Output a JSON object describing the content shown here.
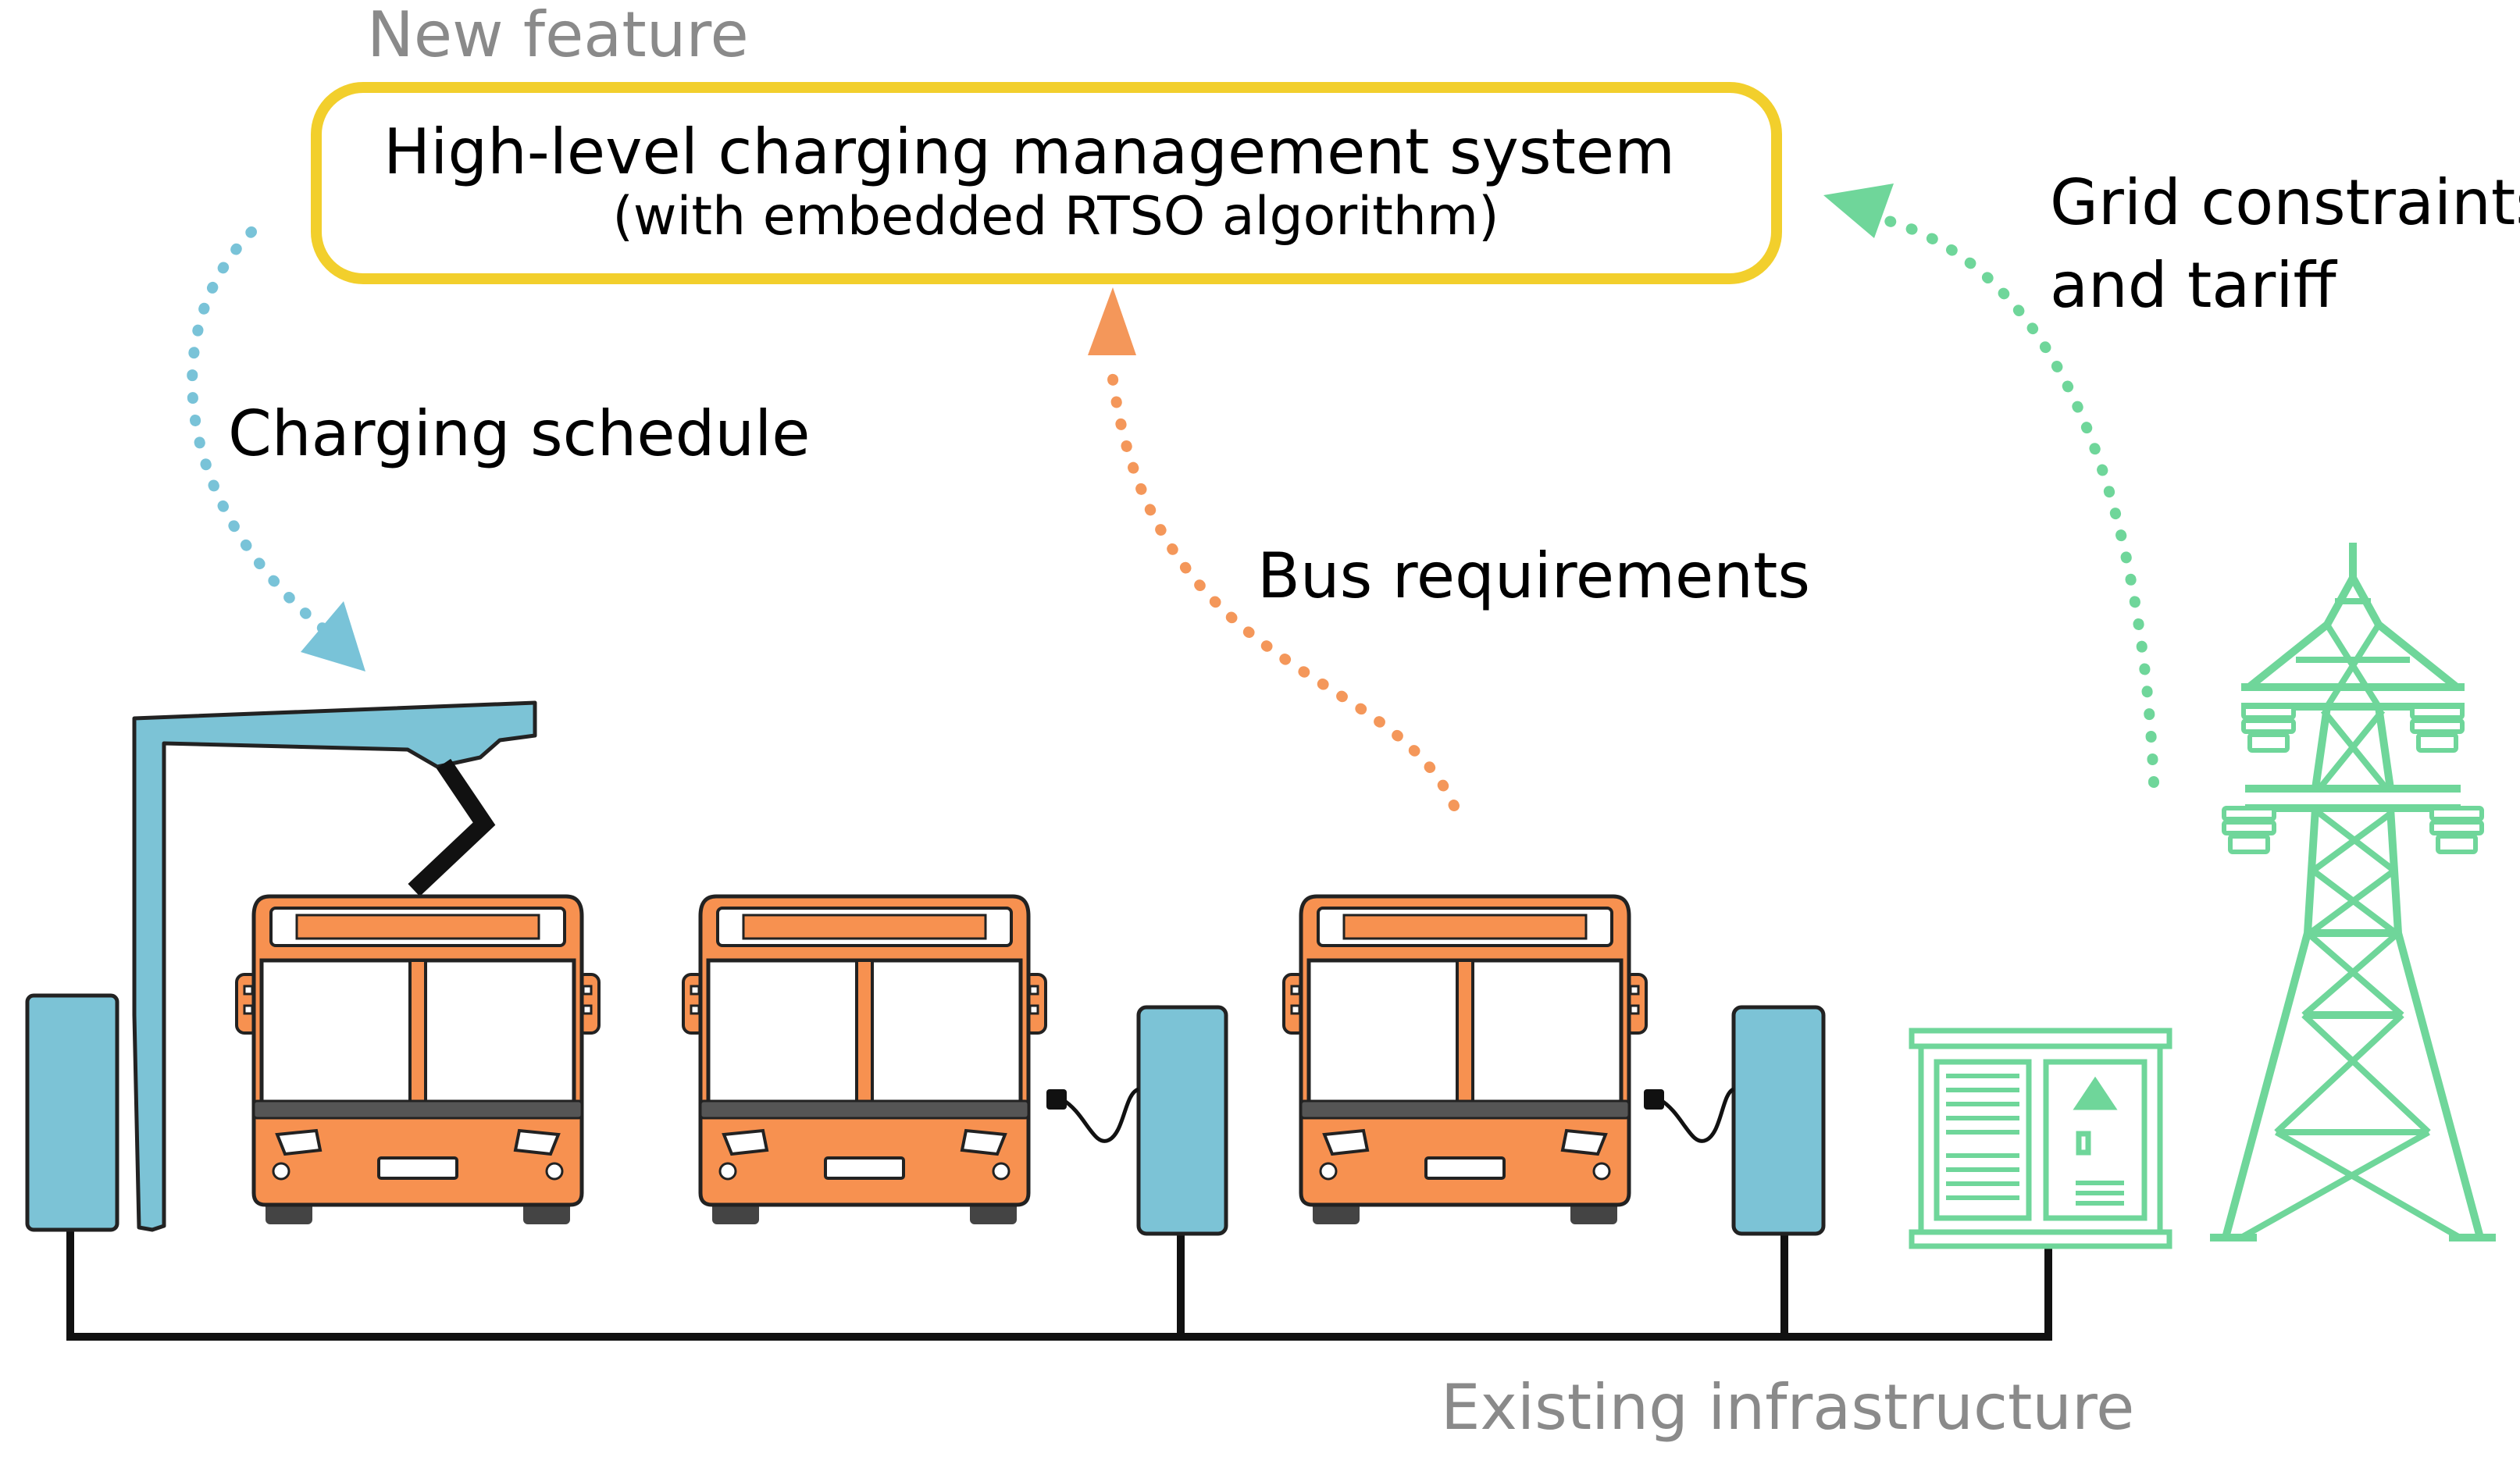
{
  "labels": {
    "new_feature": "New feature",
    "system_title": "High-level charging management system",
    "system_subtitle": "(with embedded RTSO algorithm)",
    "charging_schedule": "Charging schedule",
    "bus_requirements": "Bus requirements",
    "grid_line1": "Grid constraints",
    "grid_line2": "and tariff",
    "existing_infrastructure": "Existing infrastructure"
  },
  "icons": {
    "pantograph": "pantograph-charger-icon",
    "bus": "bus-icon",
    "charger": "plug-in-charger-icon",
    "substation": "substation-icon",
    "tower": "transmission-tower-icon"
  },
  "colors": {
    "system_box_border": "#f2cf2c",
    "schedule_arrow": "#79c3d8",
    "requirements_arrow": "#f4975a",
    "grid_arrow": "#6fd69a",
    "charger_fill": "#7cc3d6",
    "bus_fill": "#f79150",
    "grid_equipment": "#6fd69a",
    "wiring": "#111111",
    "muted_text": "#8a8a8a"
  }
}
